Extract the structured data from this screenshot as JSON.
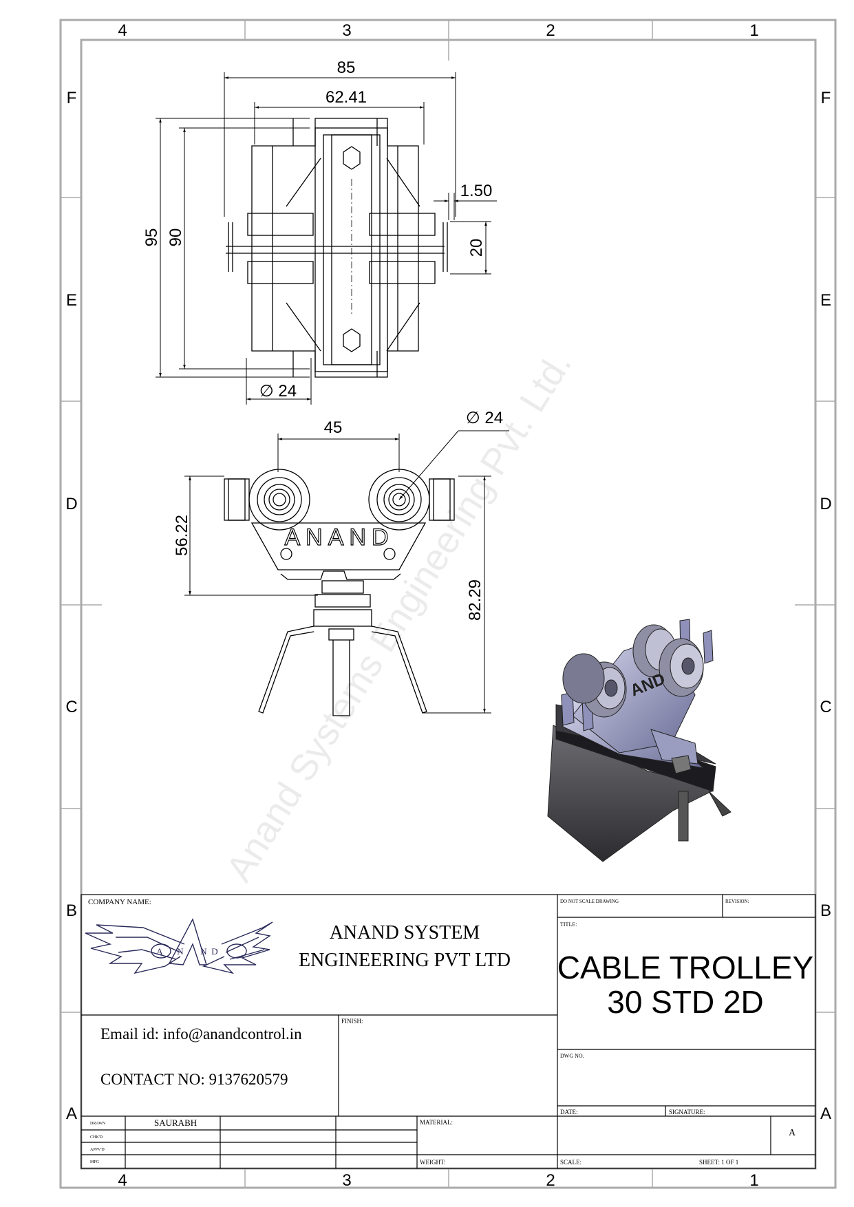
{
  "zones": {
    "columns": [
      "4",
      "3",
      "2",
      "1"
    ],
    "rows": [
      "F",
      "E",
      "D",
      "C",
      "B",
      "A"
    ]
  },
  "top_view": {
    "dim_overall_width": "85",
    "dim_inner_width": "62.41",
    "dim_overall_height": "95",
    "dim_inner_height": "90",
    "dim_thickness": "1.50",
    "dim_slot": "20",
    "dim_diameter": "∅ 24"
  },
  "front_view": {
    "dim_wheel_spacing": "45",
    "dim_wheel_diameter": "∅ 24",
    "dim_body_height": "56.22",
    "dim_total_height": "82.29",
    "body_lettering": "ANAND"
  },
  "watermark": "Anand Systems Engineering Pvt. Ltd.",
  "iso_view": {
    "lettering": "AND"
  },
  "title_block": {
    "company_name_label": "COMPANY NAME:",
    "logo_letters": [
      "A",
      "N",
      "N",
      "D"
    ],
    "company_line1": "ANAND SYSTEM",
    "company_line2": "ENGINEERING PVT LTD",
    "email": "Email id: info@anandcontrol.in",
    "contact": "CONTACT NO: 9137620579",
    "finish_label": "FINISH:",
    "dnsd_label": "DO NOT SCALE DRAWING",
    "revision_label": "REVISION:",
    "title_label": "TITLE:",
    "title_line1": "CABLE TROLLEY",
    "title_line2": "30 STD 2D",
    "dwg_no_label": "DWG NO.",
    "date_label": "DATE:",
    "signature_label": "SIGNATURE:",
    "material_label": "MATERIAL:",
    "weight_label": "WEIGHT:",
    "scale_label": "SCALE:",
    "sheet_label": "SHEET: 1 OF 1",
    "size_value": "A",
    "drawn_label": "DRAWN",
    "drawn_by": "SAURABH",
    "chkd_label": "CHK'D",
    "appvd_label": "APPV'D",
    "mfg_label": "MFG"
  }
}
